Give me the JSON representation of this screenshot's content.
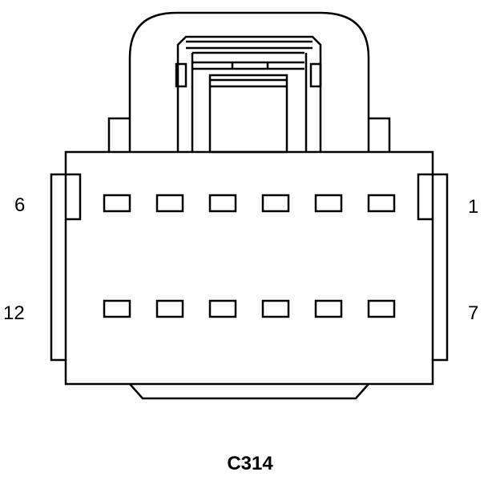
{
  "connector": {
    "name": "C314",
    "stroke_color": "#000000",
    "fill_color": "#ffffff"
  },
  "pin_labels": {
    "top_left": "6",
    "top_right": "1",
    "bottom_left": "12",
    "bottom_right": "7"
  },
  "rows": [
    {
      "pins": 6
    },
    {
      "pins": 6
    }
  ]
}
